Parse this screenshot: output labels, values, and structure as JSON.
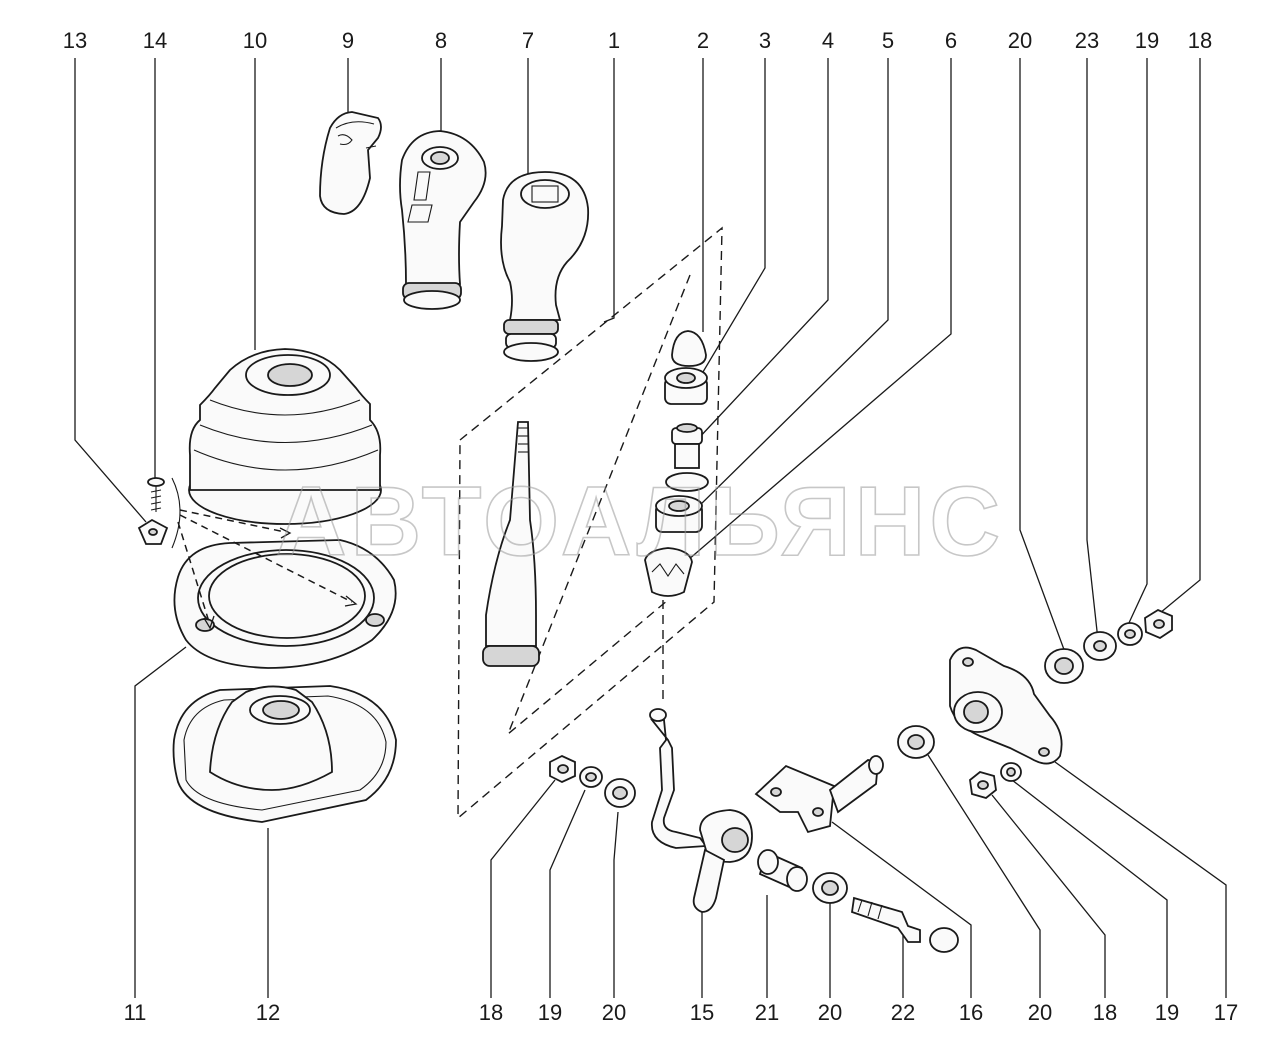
{
  "watermark": "АВТОАЛЬЯНС",
  "callouts": {
    "top": [
      "13",
      "14",
      "10",
      "9",
      "8",
      "7",
      "1",
      "2",
      "3",
      "4",
      "5",
      "6",
      "20",
      "23",
      "19",
      "18"
    ],
    "bottom": [
      "11",
      "12",
      "18",
      "19",
      "20",
      "15",
      "21",
      "20",
      "22",
      "16",
      "20",
      "18",
      "19",
      "17"
    ]
  },
  "colors": {
    "line": "#1a1a1a",
    "background": "#ffffff",
    "watermark": "#9a9a9a"
  }
}
